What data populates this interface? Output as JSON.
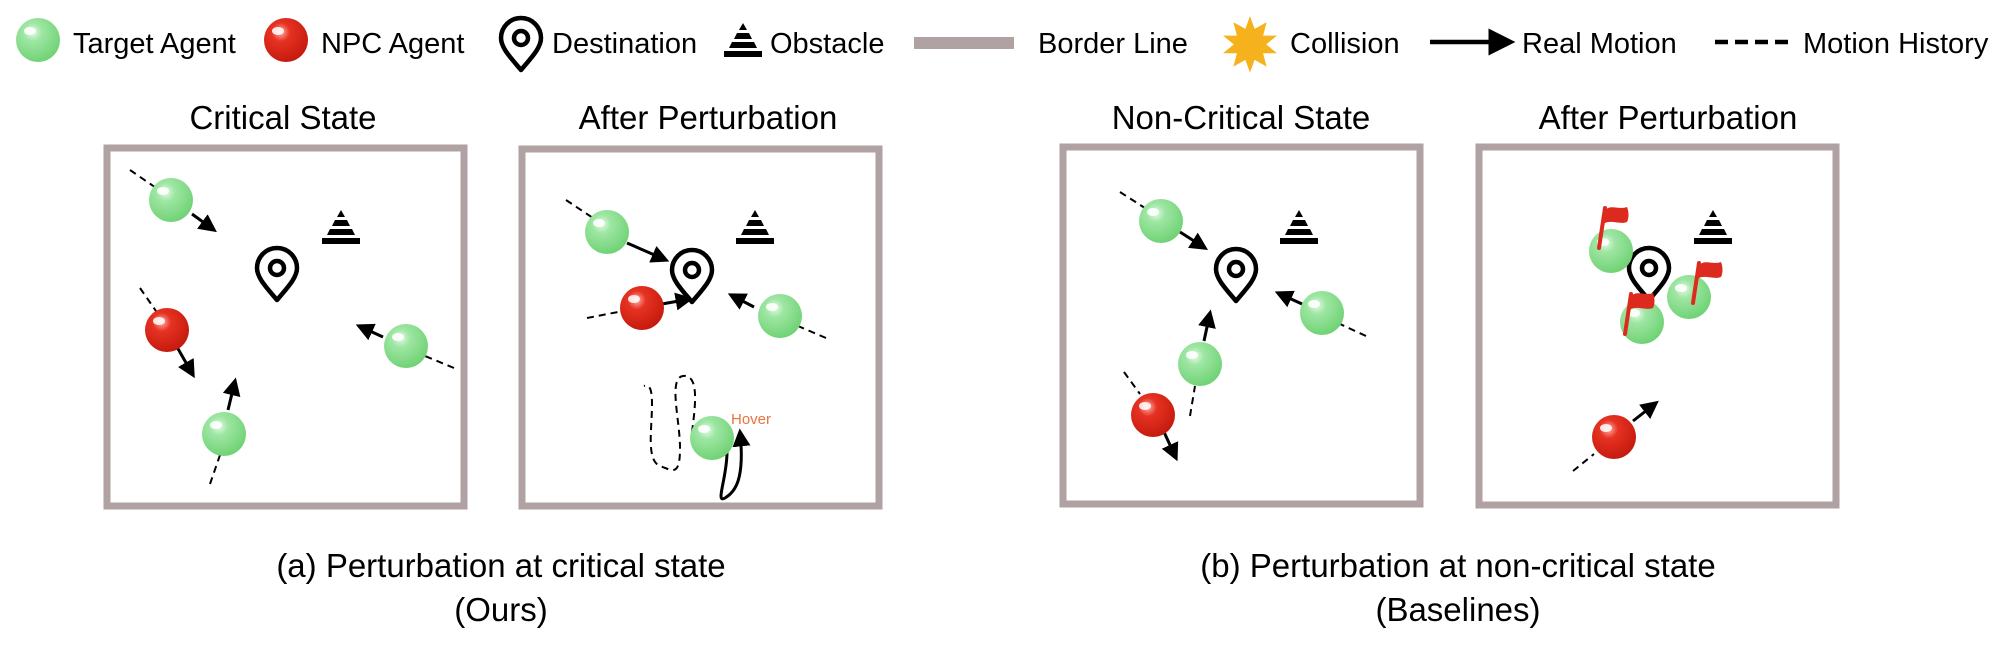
{
  "legend": {
    "target_agent": "Target Agent",
    "npc_agent": "NPC Agent",
    "destination": "Destination",
    "obstacle": "Obstacle",
    "border_line": "Border Line",
    "collision": "Collision",
    "real_motion": "Real Motion",
    "motion_history": "Motion History"
  },
  "panels": {
    "critical": "Critical State",
    "after_a": "After Perturbation",
    "noncritical": "Non-Critical State",
    "after_b": "After Perturbation",
    "hover": "Hover"
  },
  "captions": {
    "a_line1": "(a) Perturbation at critical state",
    "a_line2": "(Ours)",
    "b_line1": "(b) Perturbation at non-critical state",
    "b_line2": "(Baselines)"
  },
  "colors": {
    "target_agent": "#7fdc84",
    "npc_agent": "#e02a1a",
    "border": "#b0a2a2",
    "collision": "#f5b21c",
    "flag": "#dd2a1e",
    "hover_text": "#e8743c"
  },
  "icons": [
    "green-circle-icon",
    "red-circle-icon",
    "map-pin-icon",
    "stacked-cone-icon",
    "starburst-icon",
    "arrow-icon",
    "dashed-line-icon",
    "flag-icon"
  ]
}
